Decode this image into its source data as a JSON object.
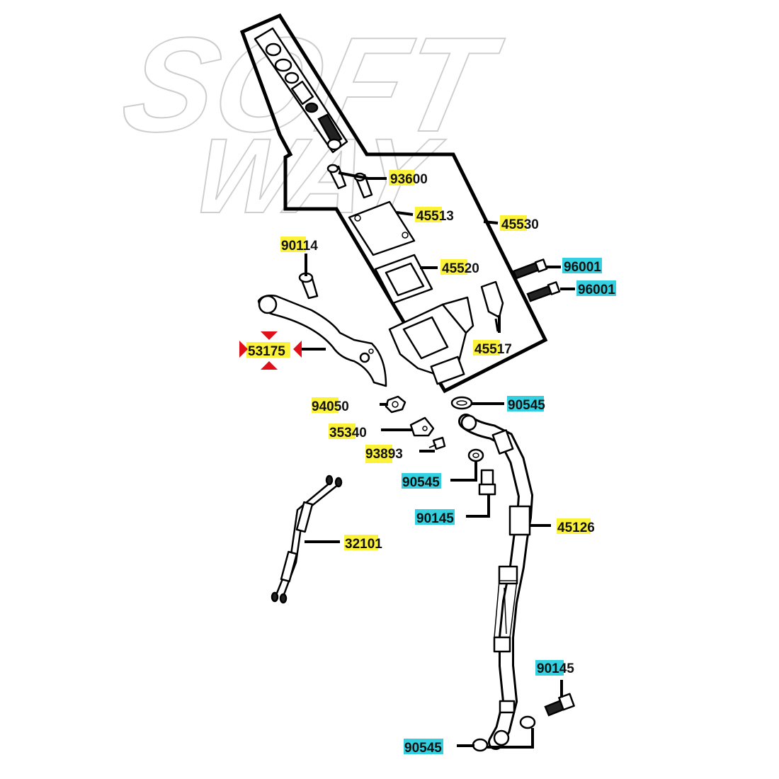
{
  "watermark": {
    "line1": "SOFT",
    "line2": "WAY"
  },
  "labels": [
    {
      "id": "93600",
      "text": "93600",
      "highlight": "yellow"
    },
    {
      "id": "45513",
      "text": "45513",
      "highlight": "yellow"
    },
    {
      "id": "45530",
      "text": "45530",
      "highlight": "yellow"
    },
    {
      "id": "90114",
      "text": "90114",
      "highlight": "yellow"
    },
    {
      "id": "45520",
      "text": "45520",
      "highlight": "yellow"
    },
    {
      "id": "96001a",
      "text": "96001",
      "highlight": "cyan"
    },
    {
      "id": "96001b",
      "text": "96001",
      "highlight": "cyan"
    },
    {
      "id": "45517",
      "text": "45517",
      "highlight": "yellow"
    },
    {
      "id": "53175",
      "text": "53175",
      "highlight": "yellow",
      "selected": true
    },
    {
      "id": "94050",
      "text": "94050",
      "highlight": "yellow"
    },
    {
      "id": "90545a",
      "text": "90545",
      "highlight": "cyan"
    },
    {
      "id": "35340",
      "text": "35340",
      "highlight": "yellow"
    },
    {
      "id": "93893",
      "text": "93893",
      "highlight": "yellow"
    },
    {
      "id": "90545b",
      "text": "90545",
      "highlight": "cyan"
    },
    {
      "id": "90145a",
      "text": "90145",
      "highlight": "cyan"
    },
    {
      "id": "45126",
      "text": "45126",
      "highlight": "yellow"
    },
    {
      "id": "32101",
      "text": "32101",
      "highlight": "yellow"
    },
    {
      "id": "90145b",
      "text": "90145",
      "highlight": "cyan"
    },
    {
      "id": "90545c",
      "text": "90545",
      "highlight": "cyan"
    }
  ],
  "colors": {
    "yellow": "#fdf23a",
    "cyan": "#35d0e0",
    "selection": "#e0101a"
  }
}
